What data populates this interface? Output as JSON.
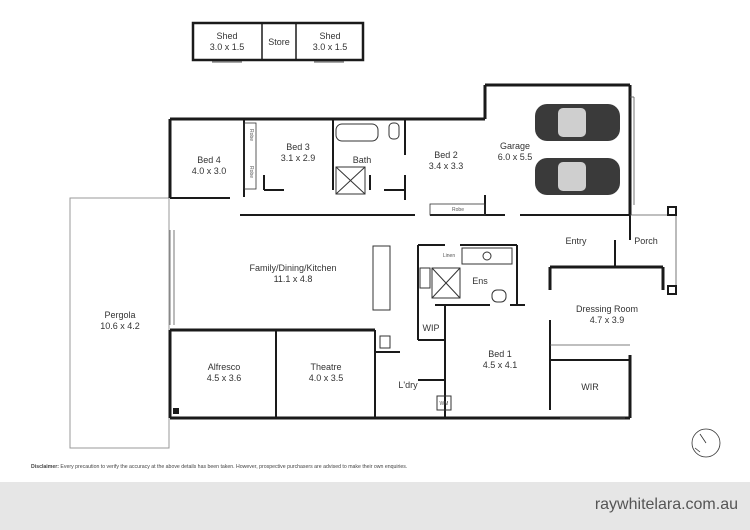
{
  "rooms": {
    "shed_left": {
      "name": "Shed",
      "dims": "3.0 x 1.5"
    },
    "store": {
      "name": "Store"
    },
    "shed_right": {
      "name": "Shed",
      "dims": "3.0 x 1.5"
    },
    "bed4": {
      "name": "Bed 4",
      "dims": "4.0 x 3.0"
    },
    "bed3": {
      "name": "Bed 3",
      "dims": "3.1 x 2.9"
    },
    "bath": {
      "name": "Bath"
    },
    "bed2": {
      "name": "Bed 2",
      "dims": "3.4 x 3.3"
    },
    "garage": {
      "name": "Garage",
      "dims": "6.0 x 5.5"
    },
    "entry": {
      "name": "Entry"
    },
    "porch": {
      "name": "Porch"
    },
    "family": {
      "name": "Family/Dining/Kitchen",
      "dims": "11.1 x 4.8"
    },
    "ens": {
      "name": "Ens"
    },
    "dressing": {
      "name": "Dressing Room",
      "dims": "4.7 x 3.9"
    },
    "pergola": {
      "name": "Pergola",
      "dims": "10.6 x 4.2"
    },
    "wip": {
      "name": "WIP"
    },
    "alfresco": {
      "name": "Alfresco",
      "dims": "4.5 x 3.6"
    },
    "theatre": {
      "name": "Theatre",
      "dims": "4.0 x 3.5"
    },
    "ldry": {
      "name": "L'dry"
    },
    "bed1": {
      "name": "Bed 1",
      "dims": "4.5 x 4.1"
    },
    "wir": {
      "name": "WIR"
    }
  },
  "small_labels": {
    "robe1": "Robe",
    "robe2": "Robe",
    "robe3": "Robe",
    "linen": "Linen",
    "wm": "WM"
  },
  "disclaimer": {
    "label": "Disclaimer:",
    "text": " Every precaution to verify the accuracy at the above details has been taken. However, prospective purchasers are advised to make their own enquiries."
  },
  "footer": {
    "url": "raywhitelara.com.au"
  },
  "colors": {
    "wall": "#1a1a1a",
    "footer_bg": "#e6e6e6",
    "garage_car": "#3a3a3a"
  }
}
